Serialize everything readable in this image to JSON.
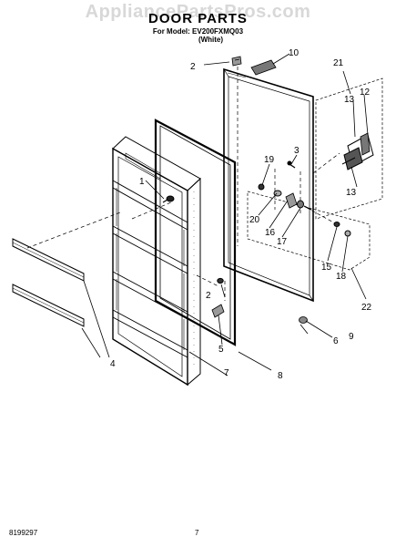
{
  "header": {
    "watermark": "AppliancePartsPros.com",
    "title": "DOOR PARTS",
    "model_line": "For Model: EV200FXMQ03",
    "color_line": "(White)"
  },
  "footer": {
    "doc_number": "8199297",
    "page_number": "7"
  },
  "callouts": [
    {
      "id": "1",
      "label": "1"
    },
    {
      "id": "2a",
      "label": "2"
    },
    {
      "id": "2b",
      "label": "2"
    },
    {
      "id": "3",
      "label": "3"
    },
    {
      "id": "4",
      "label": "4"
    },
    {
      "id": "5",
      "label": "5"
    },
    {
      "id": "6",
      "label": "6"
    },
    {
      "id": "7",
      "label": "7"
    },
    {
      "id": "8",
      "label": "8"
    },
    {
      "id": "9",
      "label": "9"
    },
    {
      "id": "10",
      "label": "10"
    },
    {
      "id": "12",
      "label": "12"
    },
    {
      "id": "13a",
      "label": "13"
    },
    {
      "id": "13b",
      "label": "13"
    },
    {
      "id": "15",
      "label": "15"
    },
    {
      "id": "16",
      "label": "16"
    },
    {
      "id": "17",
      "label": "17"
    },
    {
      "id": "18",
      "label": "18"
    },
    {
      "id": "19",
      "label": "19"
    },
    {
      "id": "20",
      "label": "20"
    },
    {
      "id": "21",
      "label": "21"
    },
    {
      "id": "22",
      "label": "22"
    }
  ]
}
